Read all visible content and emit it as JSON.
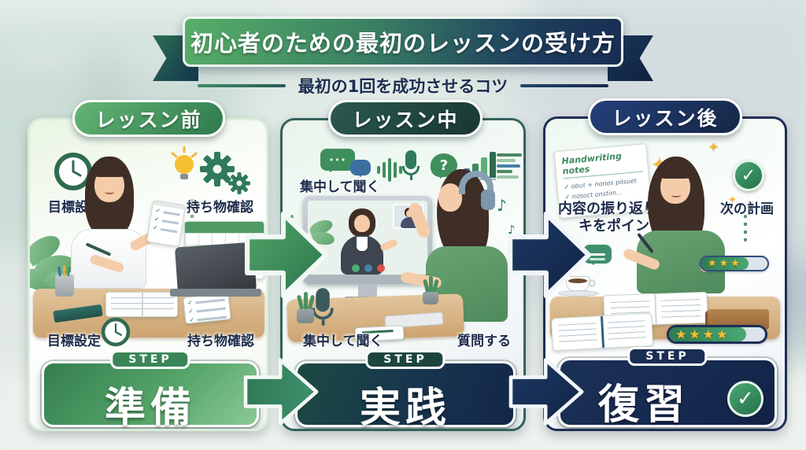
{
  "banner": {
    "title": "初心者のための最初のレッスンの受け方",
    "subtitle": "最初の1回を成功させるコツ"
  },
  "panels": [
    {
      "header": "レッスン前",
      "labels": {
        "goal": "目標設定",
        "items": "持ち物確認"
      },
      "step": {
        "tag": "STEP",
        "title": "準備"
      }
    },
    {
      "header": "レッスン中",
      "labels": {
        "listen": "集中して聞く",
        "ask": "質問する"
      },
      "step": {
        "tag": "STEP",
        "title": "実践"
      }
    },
    {
      "header": "レッスン後",
      "labels": {
        "review_line1": "内容の振り返り",
        "review_line2": "キをポイント",
        "next_plan": "次の計画"
      },
      "note": {
        "title": "Handwriting notes",
        "line1": "obut + nonos pilsuet",
        "line2": "nosoct onstim..."
      },
      "ratings": [
        {
          "stars_text": "★★★"
        },
        {
          "stars_text": "★★★★"
        }
      ],
      "step": {
        "tag": "STEP",
        "title": "復習"
      }
    }
  ],
  "icons": {
    "check": "✓",
    "question": "?",
    "dots": "•••",
    "note": "♪",
    "sparkle": "✦"
  },
  "colors": {
    "green": "#3a8a55",
    "light_green": "#8bc997",
    "teal": "#2b5a50",
    "navy": "#16294d",
    "gold": "#f5c033",
    "white": "#ffffff"
  }
}
